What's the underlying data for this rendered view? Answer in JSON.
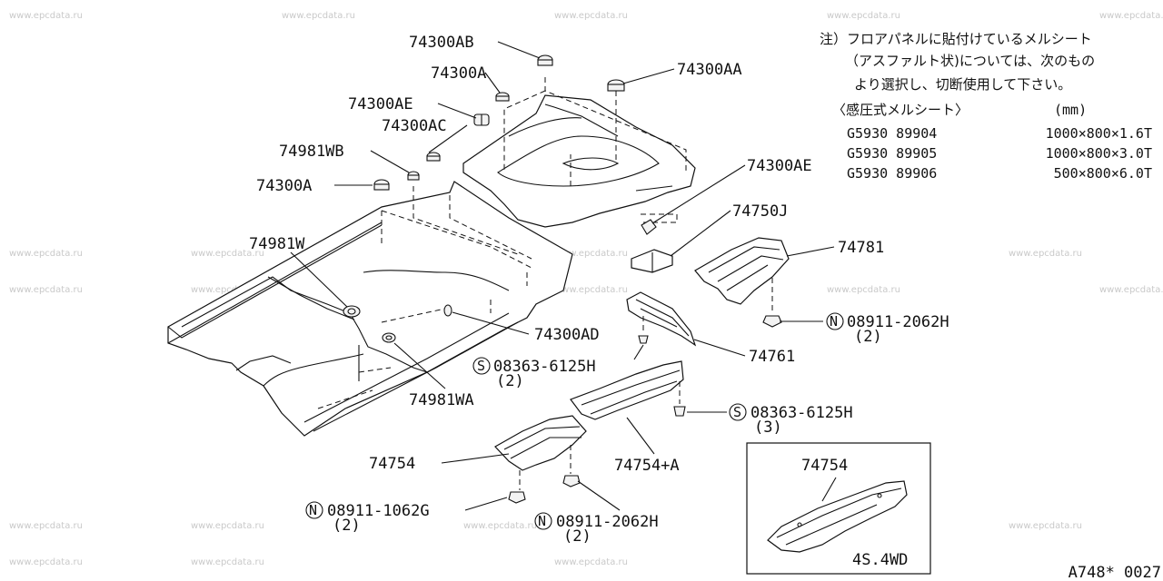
{
  "watermark": "www.epcdata.ru",
  "labels": {
    "p74300AB": "74300AB",
    "p74300A_top": "74300A",
    "p74300AA": "74300AA",
    "p74300AE_left": "74300AE",
    "p74300AC": "74300AC",
    "p74981WB": "74981WB",
    "p74300A_left": "74300A",
    "p74300AE_right": "74300AE",
    "p74750J": "74750J",
    "p74781": "74781",
    "p74981W": "74981W",
    "p74300AD": "74300AD",
    "p74761": "74761",
    "p74981WA": "74981WA",
    "p74754": "74754",
    "p74754A": "74754+A",
    "inset_74754": "74754",
    "inset_caption": "4S.4WD",
    "diagram_id": "A748* 0027"
  },
  "fasteners": {
    "nut_74781": {
      "symbol": "N",
      "number": "08911-2062H",
      "qty": "(2)"
    },
    "screw_74761": {
      "symbol": "S",
      "number": "08363-6125H",
      "qty": "(2)"
    },
    "screw_74754A": {
      "symbol": "S",
      "number": "08363-6125H",
      "qty": "(3)"
    },
    "nut_74754_left": {
      "symbol": "N",
      "number": "08911-1062G",
      "qty": "(2)"
    },
    "nut_74754_mid": {
      "symbol": "N",
      "number": "08911-2062H",
      "qty": "(2)"
    }
  },
  "note": {
    "lines": [
      "注）フロアパネルに貼付けているメルシート",
      "（アスファルト状)については、次のもの",
      "より選択し、切断使用して下さい。"
    ],
    "header_left": "〈感圧式メルシート〉",
    "header_right": "(mm)",
    "rows": [
      {
        "part": "G5930 89904",
        "size": "1000×800×1.6T"
      },
      {
        "part": "G5930 89905",
        "size": "1000×800×3.0T"
      },
      {
        "part": "G5930 89906",
        "size": "500×800×6.0T"
      }
    ]
  }
}
